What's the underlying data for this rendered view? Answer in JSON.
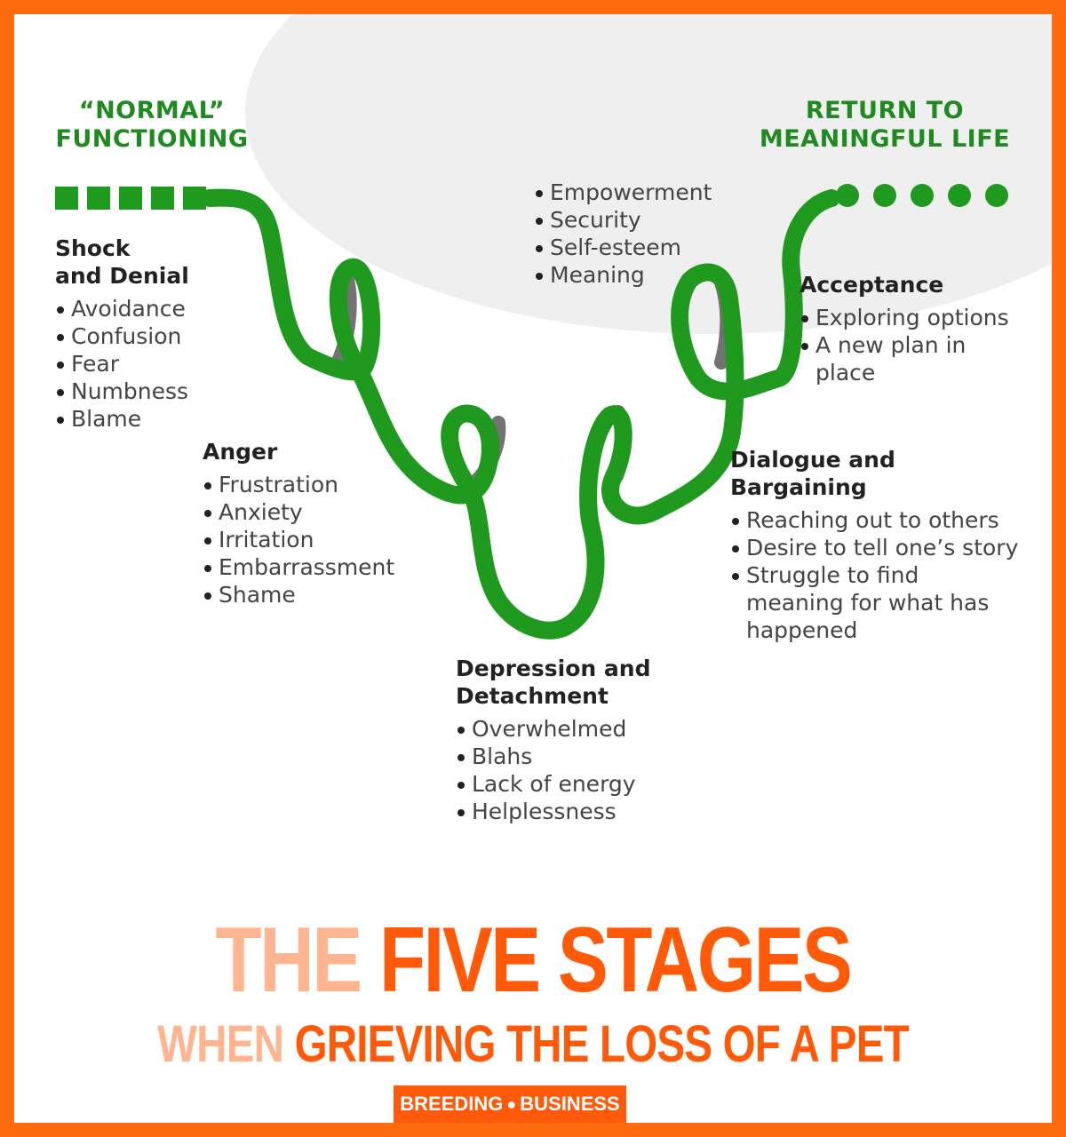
{
  "headings": {
    "normal": "“NORMAL”\nFUNCTIONING",
    "return": "RETURN TO\nMEANINGFUL LIFE"
  },
  "stages": {
    "shock": {
      "title": "Shock\nand Denial",
      "items": [
        "Avoidance",
        "Confusion",
        "Fear",
        "Numbness",
        "Blame"
      ]
    },
    "anger": {
      "title": "Anger",
      "items": [
        "Frustration",
        "Anxiety",
        "Irritation",
        "Embarrassment",
        "Shame"
      ]
    },
    "depression": {
      "title": "Depression and\nDetachment",
      "items": [
        "Overwhelmed",
        "Blahs",
        "Lack of energy",
        "Helplessness"
      ]
    },
    "dialogue": {
      "title": "Dialogue and\nBargaining",
      "items": [
        "Reaching out to others",
        "Desire to tell one’s story",
        "Struggle to find meaning for what has happened"
      ]
    },
    "acceptance": {
      "title": "Acceptance",
      "items": [
        "Exploring options",
        "A new plan in place"
      ]
    },
    "empowerment": {
      "items": [
        "Empowerment",
        "Security",
        "Self-esteem",
        "Meaning"
      ]
    }
  },
  "title": {
    "line1_light": "THE",
    "line1_dark": "FIVE STAGES",
    "line2_light": "WHEN",
    "line2_dark": "GRIEVING THE LOSS OF A PET"
  },
  "brand": {
    "left": "BREEDING",
    "right": "BUSINESS"
  },
  "colors": {
    "frame": "#ff6a0c",
    "ribbon": "#1f9a1f",
    "title_light": "#ffb590",
    "title_dark": "#ff5a0a"
  }
}
